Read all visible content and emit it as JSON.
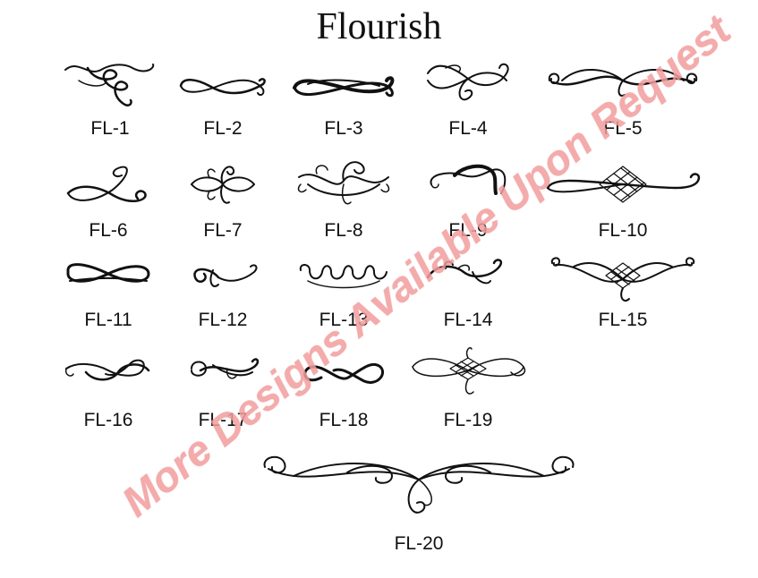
{
  "title": "Flourish",
  "watermark": "More Designs Available Upon Request",
  "watermark_color": "#f29d9d",
  "items": [
    {
      "label": "FL-1"
    },
    {
      "label": "FL-2"
    },
    {
      "label": "FL-3"
    },
    {
      "label": "FL-4"
    },
    {
      "label": "FL-5"
    },
    {
      "label": "FL-6"
    },
    {
      "label": "FL-7"
    },
    {
      "label": "FL-8"
    },
    {
      "label": "FL-9"
    },
    {
      "label": "FL-10"
    },
    {
      "label": "FL-11"
    },
    {
      "label": "FL-12"
    },
    {
      "label": "FL-13"
    },
    {
      "label": "FL-14"
    },
    {
      "label": "FL-15"
    },
    {
      "label": "FL-16"
    },
    {
      "label": "FL-17"
    },
    {
      "label": "FL-18"
    },
    {
      "label": "FL-19"
    },
    {
      "label": "FL-20"
    }
  ]
}
